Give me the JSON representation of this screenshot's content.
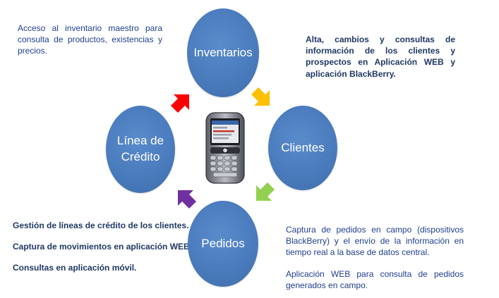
{
  "nodes": {
    "inventarios": "Inventarios",
    "clientes": "Clientes",
    "pedidos": "Pedidos",
    "credito_line1": "Línea de",
    "credito_line2": "Crédito"
  },
  "notes": {
    "inventarios": "Acceso al inventario maestro para consulta de productos, existencias y precios.",
    "clientes": "Alta, cambios y consultas de información de los clientes y prospectos en Aplicación WEB y aplicación BlackBerry.",
    "credito": [
      "Gestión de líneas de crédito de los clientes.",
      "Captura de movimientos en aplicación WEB",
      "Consultas en aplicación móvil."
    ],
    "pedidos": [
      "Captura de pedidos en campo (dispositivos BlackBerry) y el envío de la información en tiempo real a la base de datos central.",
      "Aplicación WEB para consulta de pedidos generados en campo."
    ]
  },
  "colors": {
    "node_fill": "#4a7bbd",
    "arrow_inv_to_cli": "#ffc000",
    "arrow_cli_to_ped": "#92d050",
    "arrow_ped_to_cre": "#7030a0",
    "arrow_cre_to_inv": "#ff0000",
    "note_left_text": "#1f3864",
    "note_right_text": "#1f3f8f"
  },
  "icons": {
    "center": "blackberry-phone-icon"
  }
}
